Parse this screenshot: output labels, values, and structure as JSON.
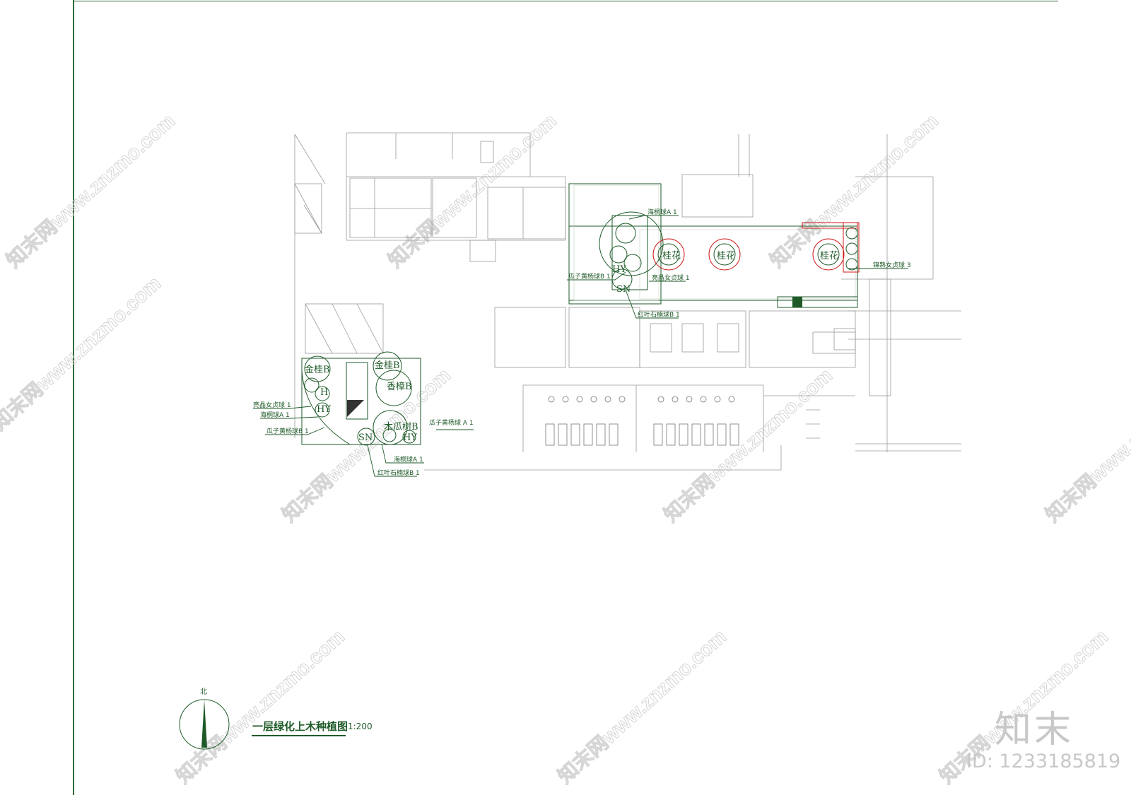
{
  "drawing": {
    "title": "一层绿化上木种植图",
    "scale": "1:200",
    "north_label": "北"
  },
  "plant_labels": {
    "top_area": [
      "海桐球A 1",
      "瓜子黄杨球B 1",
      "亮晶女贞球 1",
      "红叶石楠球B 1",
      "锦熟女贞球 3"
    ],
    "left_area": [
      "亮晶女贞球 1",
      "海桐球A 1",
      "瓜子黄杨球B 1",
      "瓜子黄杨球 A 1",
      "海桐球A 1",
      "红叶石楠球B 1"
    ]
  },
  "tree_symbols": {
    "jingui": "金桂B",
    "xiangzhang": "香樟B",
    "mugua": "木瓜树B",
    "guihua": "桂花",
    "h": "H",
    "hy": "HY",
    "sn": "SN"
  },
  "watermark": {
    "text": "知末网www.znzmo.com",
    "brand": "知末",
    "id": "ID: 1233185819"
  },
  "colors": {
    "line": "#1e5a28",
    "building": "#9a9a9a",
    "red": "#d01818",
    "watermark": "#c8c8c8"
  }
}
